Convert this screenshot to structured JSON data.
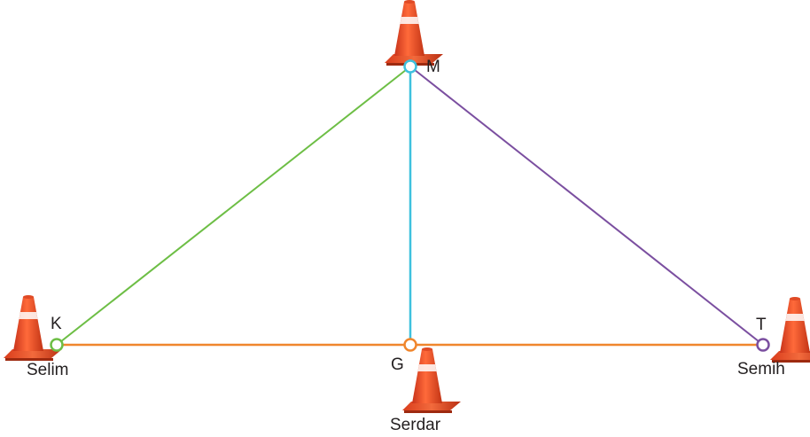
{
  "points": {
    "M": {
      "label": "M"
    },
    "K": {
      "label": "K",
      "person": "Selim"
    },
    "G": {
      "label": "G",
      "person": "Serdar"
    },
    "T": {
      "label": "T",
      "person": "Semih"
    }
  },
  "segments": [
    {
      "from": "K",
      "to": "M",
      "color": "#6dbe45"
    },
    {
      "from": "M",
      "to": "T",
      "color": "#7b4fa0"
    },
    {
      "from": "M",
      "to": "G",
      "color": "#3ec1de"
    },
    {
      "from": "K",
      "to": "T",
      "color": "#f0862d"
    }
  ],
  "colors": {
    "K": "#6dbe45",
    "M": "#3ec1de",
    "G": "#f0862d",
    "T": "#7b4fa0",
    "cone_body": "#f04e23",
    "cone_stripe": "#ffffff"
  },
  "icons": [
    "traffic-cone-icon"
  ]
}
